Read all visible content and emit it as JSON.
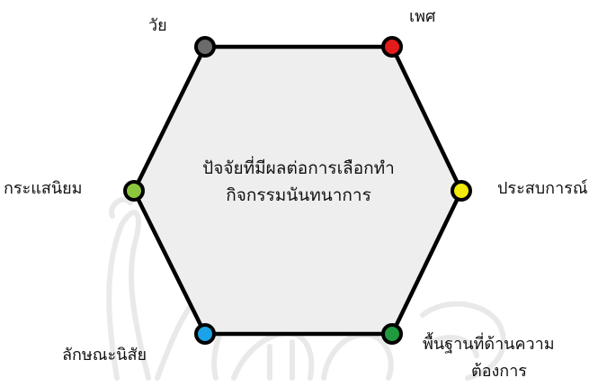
{
  "center": {
    "line1": "ปัจจัยที่มีผลต่อการเลือกทำ",
    "line2": "กิจกรรมนันทนาการ"
  },
  "nodes": [
    {
      "id": "age",
      "label": "วัย",
      "color": "#6b6b6b"
    },
    {
      "id": "gender",
      "label": "เพศ",
      "color": "#e41b1b"
    },
    {
      "id": "experience",
      "label": "ประสบการณ์",
      "color": "#f2ea0c"
    },
    {
      "id": "basic-needs",
      "label": "พื้นฐานที่ด้านความต้องการ",
      "color": "#1f9a3e"
    },
    {
      "id": "personality",
      "label": "ลักษณะนิสัย",
      "color": "#1aa3e6"
    },
    {
      "id": "trend",
      "label": "กระแสนิยม",
      "color": "#8cc63f"
    }
  ],
  "labels": {
    "age": "วัย",
    "gender": "เพศ",
    "experience": "ประสบการณ์",
    "basic_needs_line1": "พื้นฐานที่ด้านความ",
    "basic_needs_line2": "ต้องการ",
    "personality": "ลักษณะนิสัย",
    "trend": "กระแสนิยม"
  }
}
